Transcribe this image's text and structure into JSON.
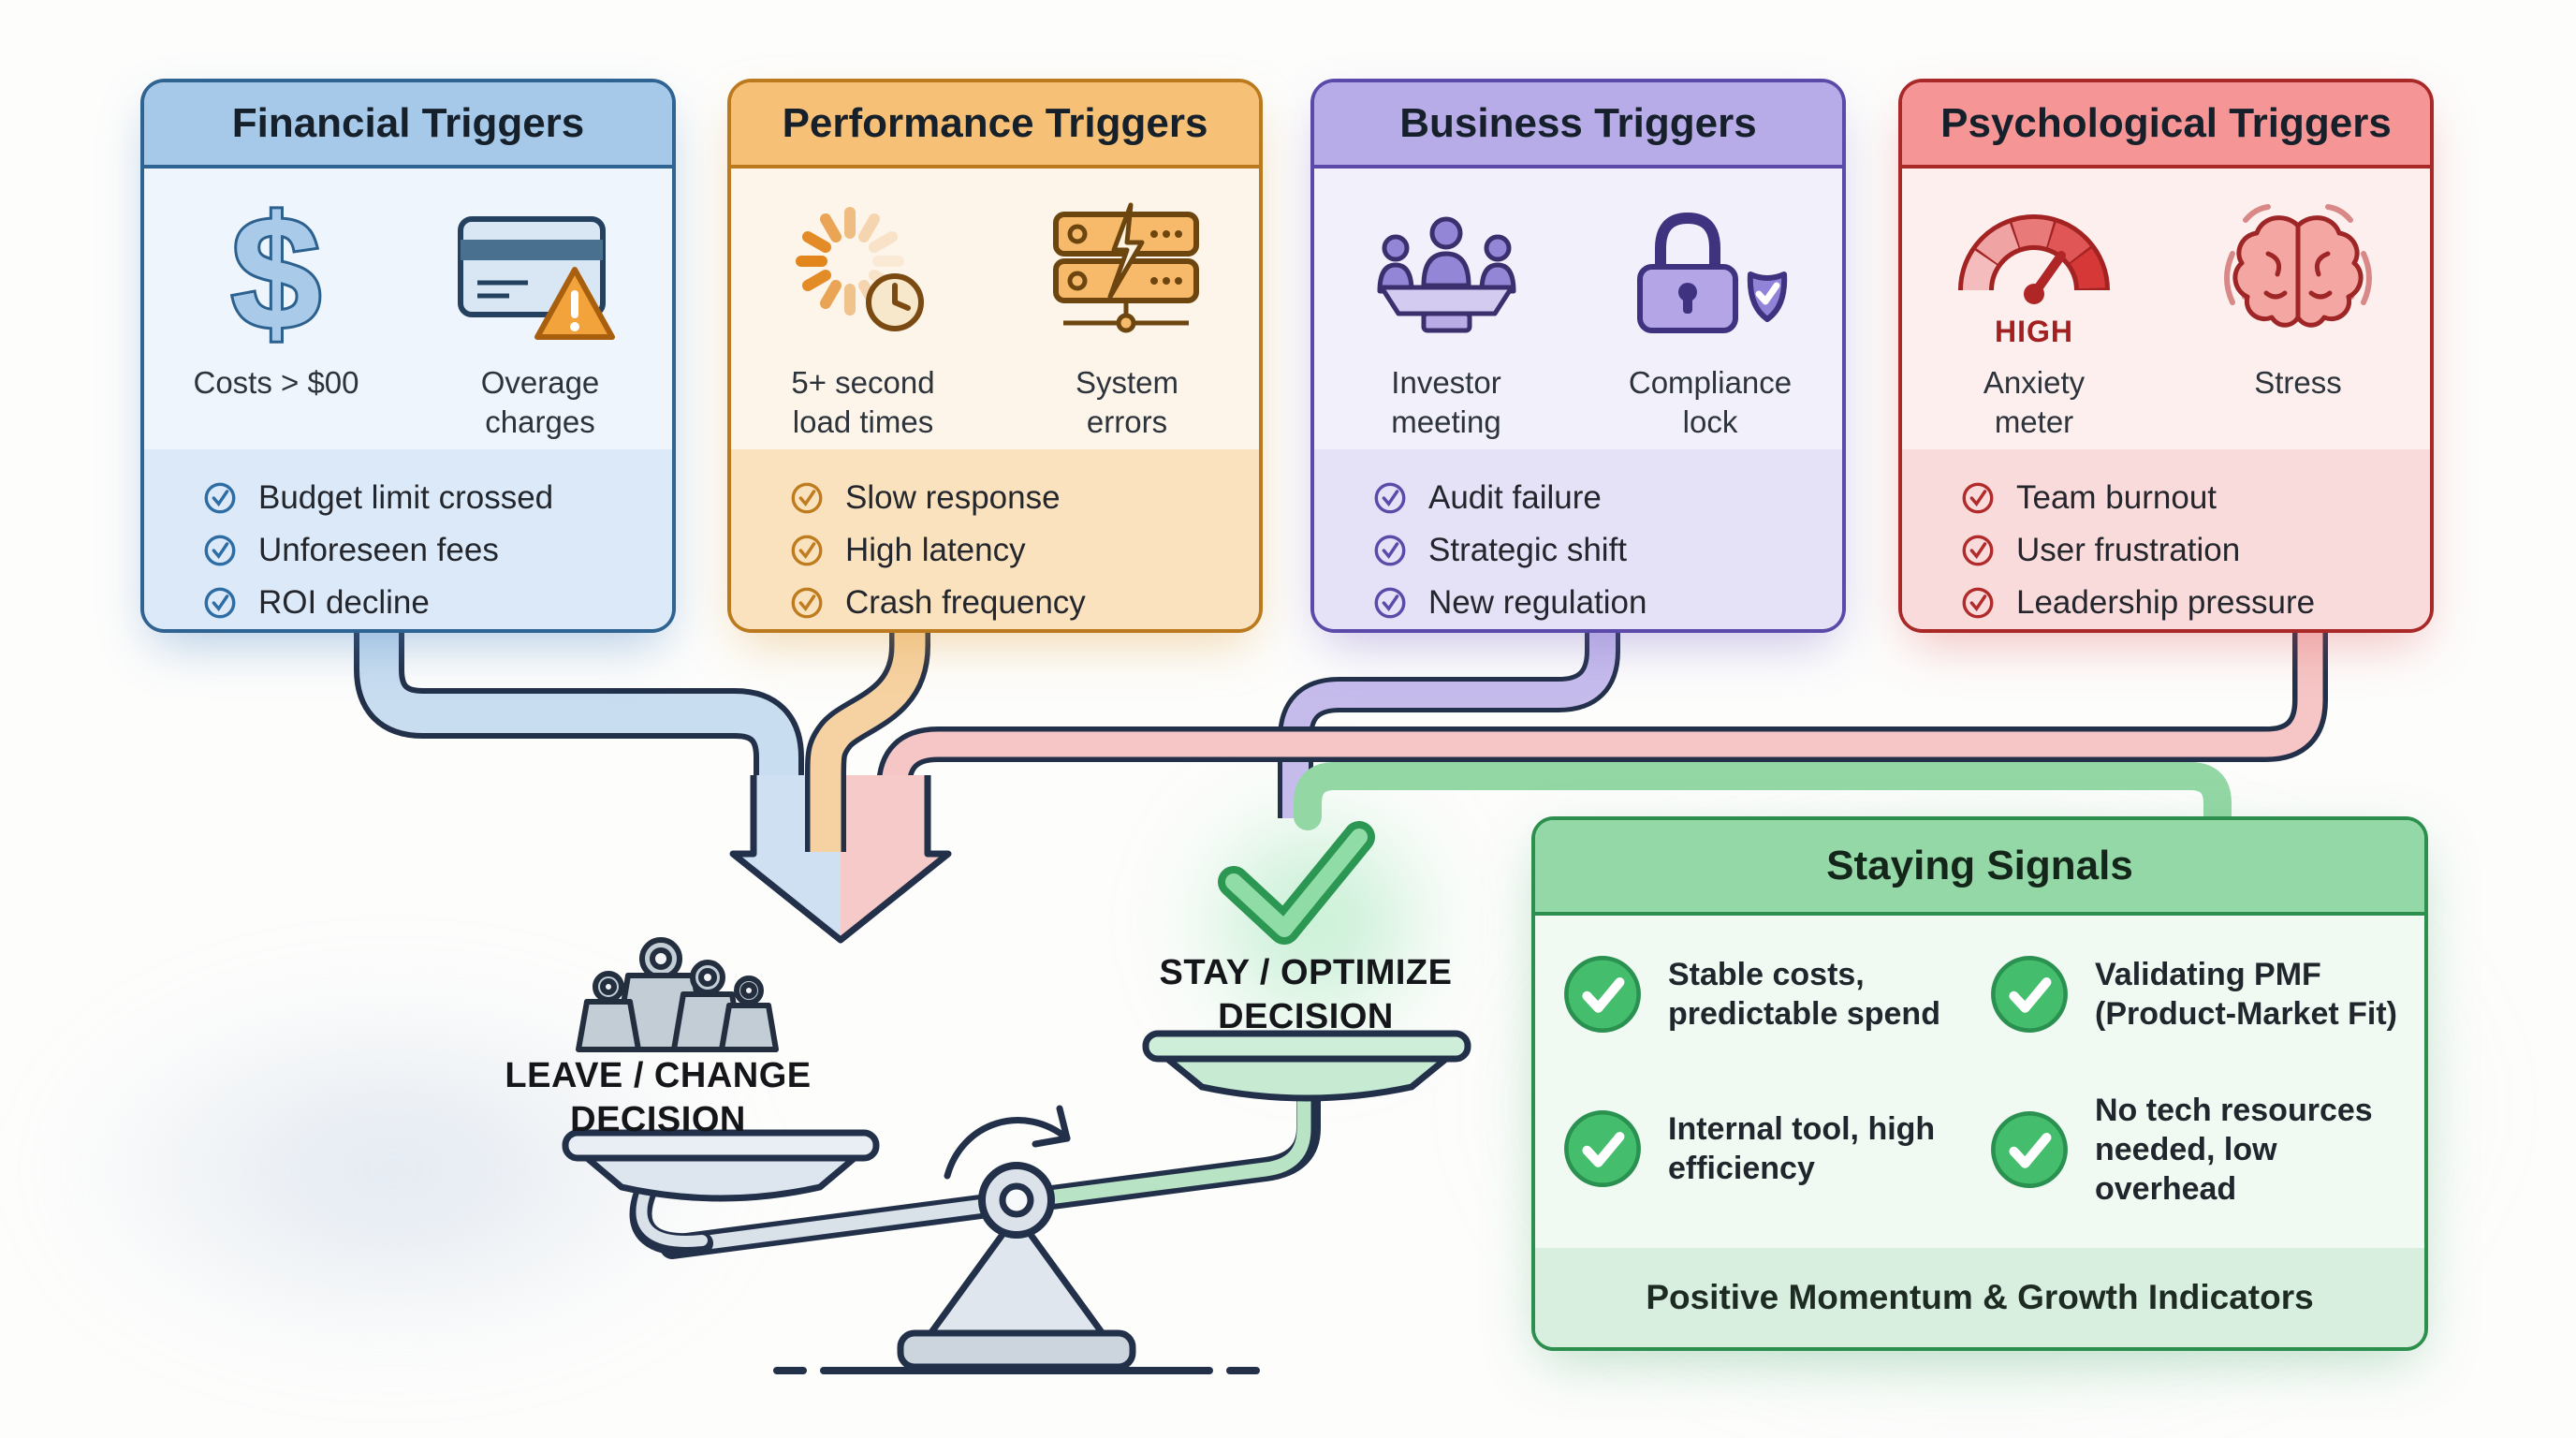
{
  "cards": [
    {
      "id": "financial",
      "title": "Financial Triggers",
      "icons": [
        {
          "name": "dollar-sign",
          "label": "Costs > $00"
        },
        {
          "name": "credit-card-warning",
          "label": "Overage charges"
        }
      ],
      "checks": [
        "Budget limit crossed",
        "Unforeseen fees",
        "ROI decline"
      ],
      "colors": {
        "header": "#a7c9e9",
        "border": "#2f6391",
        "body": "#eef5fc",
        "list": "#dbe9f8",
        "accent": "#2e6da4"
      }
    },
    {
      "id": "performance",
      "title": "Performance Triggers",
      "icons": [
        {
          "name": "loading-spinner-clock",
          "label": "5+ second load times"
        },
        {
          "name": "server-error",
          "label": "System errors"
        }
      ],
      "checks": [
        "Slow response",
        "High latency",
        "Crash frequency"
      ],
      "colors": {
        "header": "#f7c077",
        "border": "#bc7a1e",
        "body": "#fdf5ea",
        "list": "#fae2bf",
        "accent": "#bf7c1e"
      }
    },
    {
      "id": "business",
      "title": "Business Triggers",
      "icons": [
        {
          "name": "investor-meeting",
          "label": "Investor meeting"
        },
        {
          "name": "compliance-lock",
          "label": "Compliance lock"
        }
      ],
      "checks": [
        "Audit failure",
        "Strategic shift",
        "New regulation"
      ],
      "colors": {
        "header": "#b7ace7",
        "border": "#5b4aa9",
        "body": "#f2f0fb",
        "list": "#e5e1f6",
        "accent": "#5b4aa9"
      }
    },
    {
      "id": "psychological",
      "title": "Psychological Triggers",
      "icons": [
        {
          "name": "anxiety-meter",
          "label": "Anxiety meter",
          "badge": "HIGH"
        },
        {
          "name": "stress-brain",
          "label": "Stress"
        }
      ],
      "checks": [
        "Team burnout",
        "User frustration",
        "Leadership pressure"
      ],
      "colors": {
        "header": "#f59595",
        "border": "#a92828",
        "body": "#fdefee",
        "list": "#fadbdb",
        "accent": "#b22b2b"
      }
    }
  ],
  "decision": {
    "leave": "LEAVE / CHANGE DECISION",
    "stay": "STAY / OPTIMIZE DECISION"
  },
  "staying": {
    "title": "Staying Signals",
    "items": [
      "Stable costs, predictable spend",
      "Validating PMF (Product-Market Fit)",
      "Internal tool, high efficiency",
      "No tech resources needed, low overhead"
    ],
    "footer": "Positive Momentum & Growth Indicators",
    "colors": {
      "header": "#93d8a6",
      "border": "#2c8f4e",
      "body": "#f0faf3",
      "footer": "#d8efe0",
      "check": "#44bd6c"
    }
  },
  "flow_colors": {
    "financial_pipe": "#c9ddf0",
    "performance_pipe": "#f6d2a2",
    "business_pipe": "#c6bcec",
    "psychological_pipe": "#f6c6c6",
    "staying_pipe": "#93d7a5",
    "outline": "#22304a"
  }
}
